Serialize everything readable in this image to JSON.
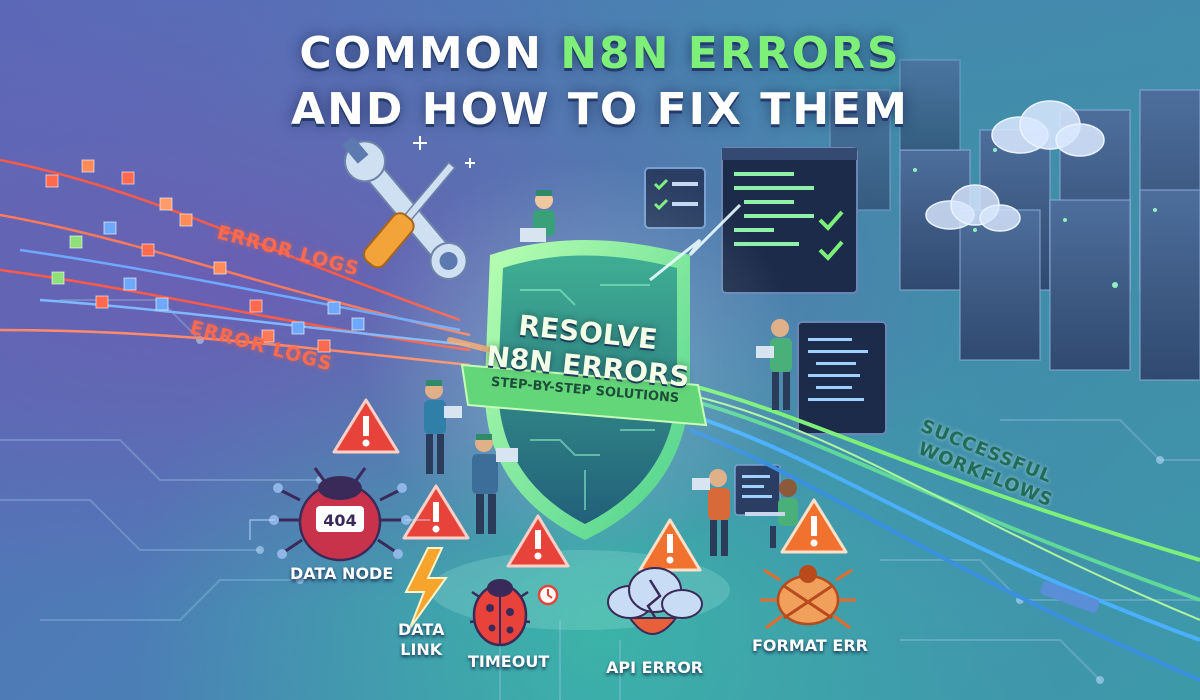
{
  "title": {
    "line1_prefix": "COMMON ",
    "line1_accent": "N8N ERRORS",
    "line2": "AND HOW TO FIX THEM"
  },
  "shield": {
    "line1": "RESOLVE",
    "line2": "N8N ERRORS",
    "banner": "STEP-BY-STEP SOLUTIONS"
  },
  "log_labels": [
    "ERROR LOGS",
    "ERROR LOGS"
  ],
  "success_label": [
    "SUCCESSFUL",
    "WORKFLOWS"
  ],
  "error_labels": {
    "data_node": "DATA NODE",
    "data_link_1": "DATA",
    "data_link_2": "LINK",
    "timeout": "TIMEOUT",
    "api_error": "API ERROR",
    "format_err": "FORMAT ERR"
  },
  "bug_code": "404",
  "colors": {
    "accent_green": "#7ef07a",
    "error_red": "#ff6a4f",
    "warning_red": "#e8433a",
    "shield_teal": "#2f8f8a"
  }
}
